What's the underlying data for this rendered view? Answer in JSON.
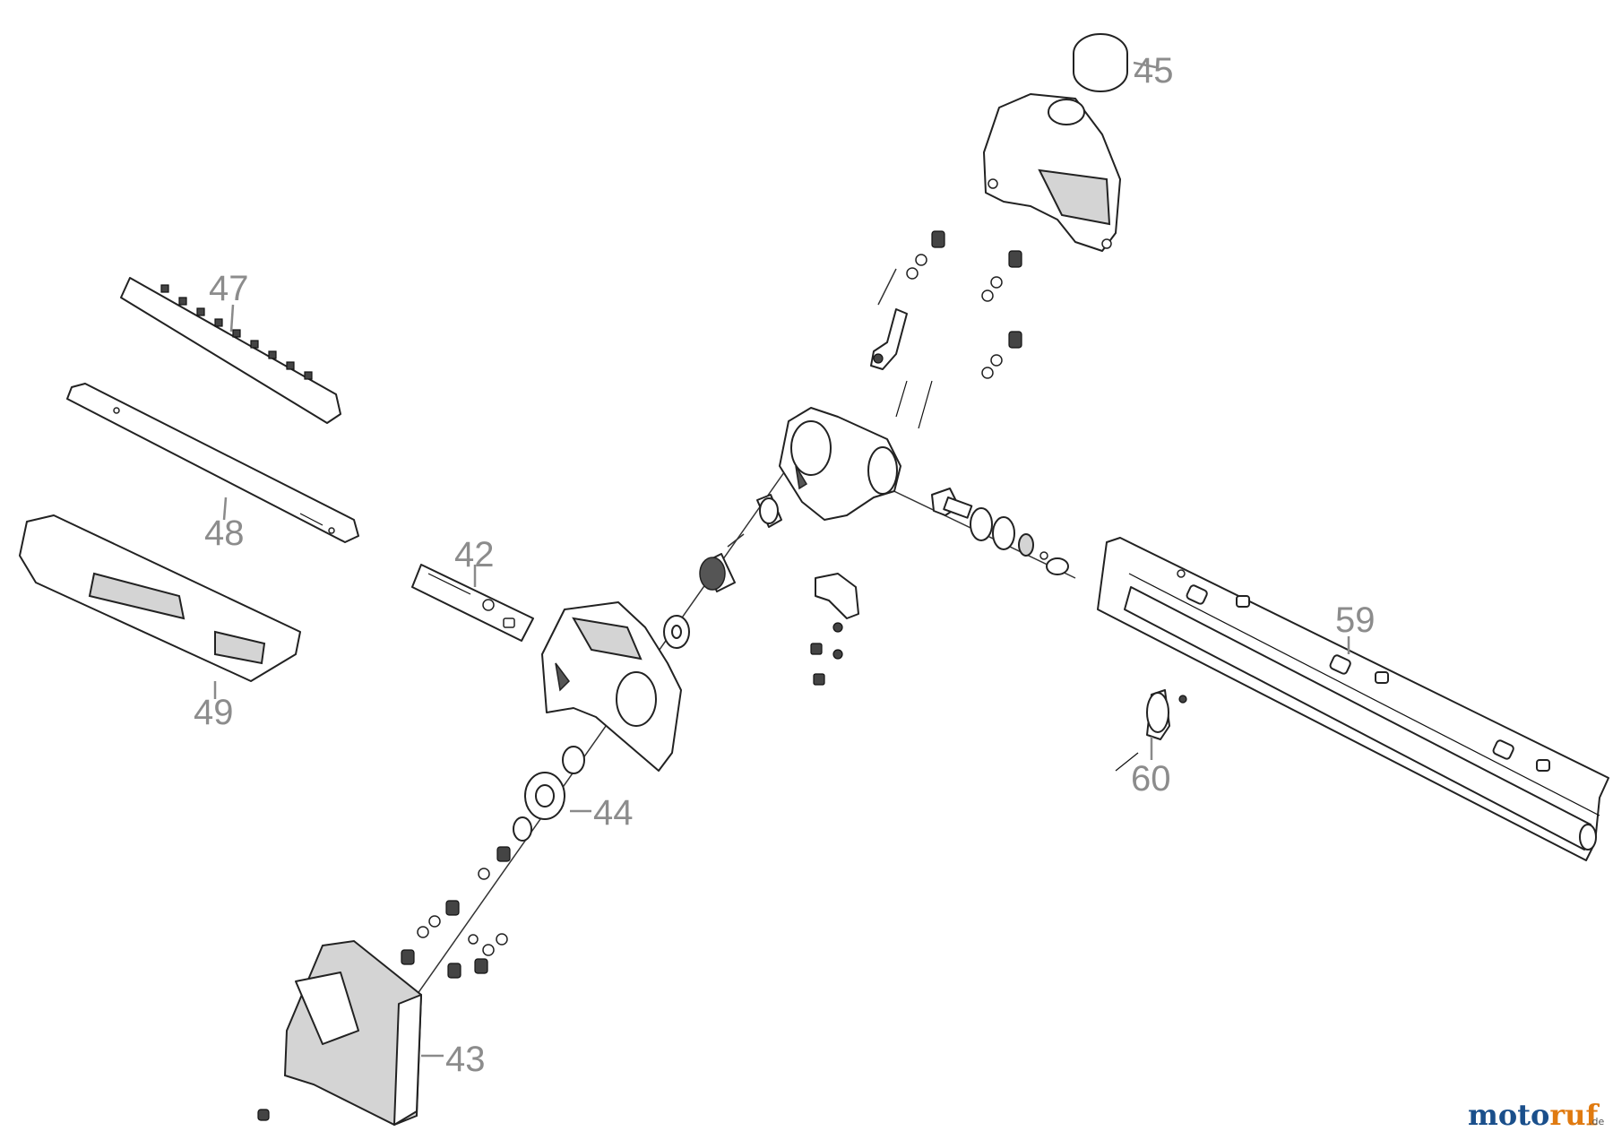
{
  "callouts": {
    "c42": "42",
    "c43": "43",
    "c44": "44",
    "c45": "45",
    "c47": "47",
    "c48": "48",
    "c49": "49",
    "c59": "59",
    "c60": "60"
  },
  "logo": {
    "part1": "moto",
    "part2": "ruf",
    "suffix": ".de",
    "colors": {
      "primary": "#1a4f8b",
      "accent": "#e07a10"
    }
  }
}
